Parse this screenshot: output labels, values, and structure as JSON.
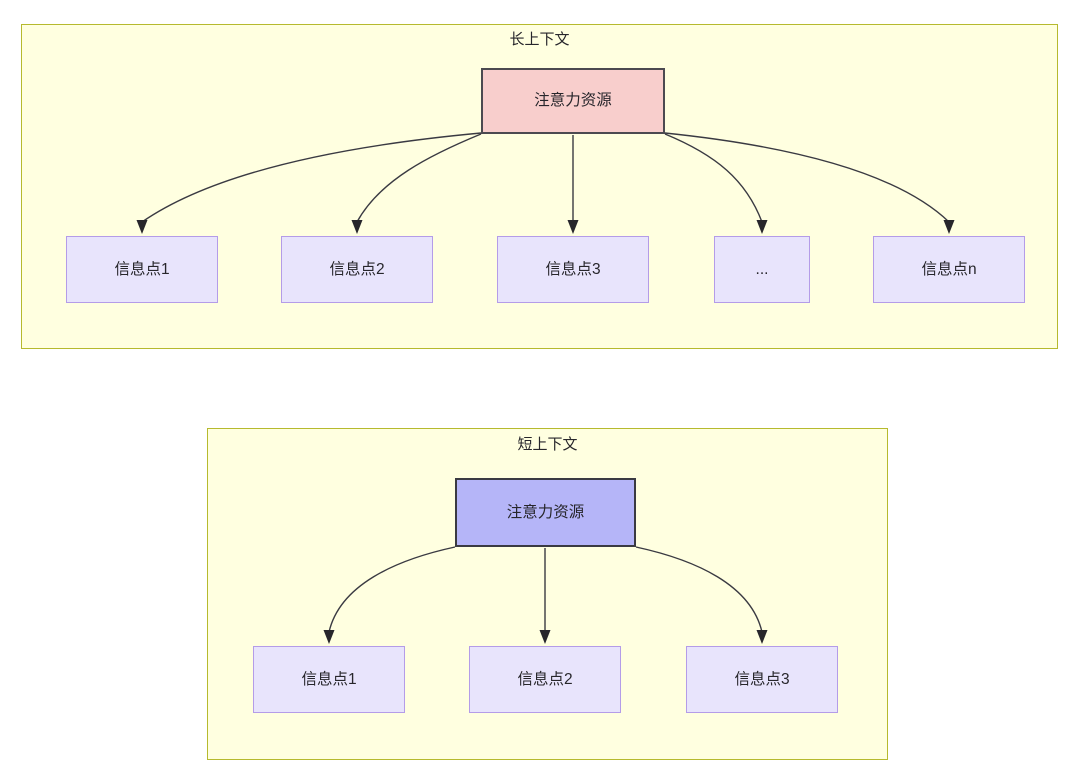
{
  "diagram": {
    "type": "flowchart",
    "description": "Two panels comparing attention resource distribution across long context and short context",
    "colors": {
      "panel_fill": "#ffffe0",
      "panel_border": "#b6ba2e",
      "long_context_root_fill": "#f8cecc",
      "long_context_root_border": "#4c4a50",
      "short_context_root_fill": "#b5b5f8",
      "short_context_root_border": "#3a3a42",
      "leaf_fill": "#e8e4fc",
      "leaf_border": "#b49ce8",
      "edge_stroke": "#3a3a42",
      "text": "#27262b"
    },
    "panels": [
      {
        "id": "long-context",
        "title": "长上下文",
        "root": {
          "label": "注意力资源"
        },
        "leaves": [
          {
            "label": "信息点1"
          },
          {
            "label": "信息点2"
          },
          {
            "label": "信息点3"
          },
          {
            "label": "..."
          },
          {
            "label": "信息点n"
          }
        ]
      },
      {
        "id": "short-context",
        "title": "短上下文",
        "root": {
          "label": "注意力资源"
        },
        "leaves": [
          {
            "label": "信息点1"
          },
          {
            "label": "信息点2"
          },
          {
            "label": "信息点3"
          }
        ]
      }
    ]
  }
}
